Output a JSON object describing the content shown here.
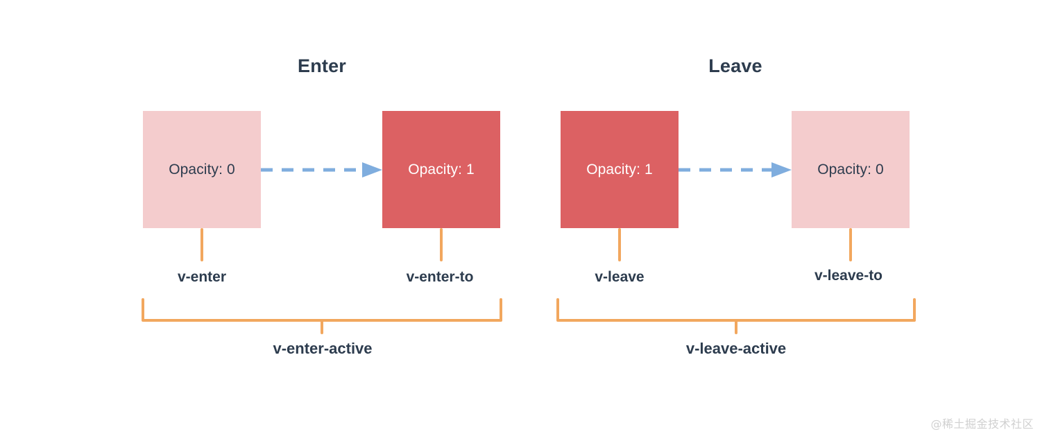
{
  "diagram": {
    "title_enter": "Enter",
    "title_leave": "Leave",
    "watermark": "@稀土掘金技术社区",
    "colors": {
      "box_faded": "#f4cccd",
      "box_solid": "#dc6163",
      "text_dark": "#2d3c4e",
      "text_light": "#ffffff",
      "arrow_blue": "#7fadde",
      "bracket_orange": "#f2a75e",
      "background": "#ffffff",
      "watermark_gray": "#d0d0d0"
    },
    "enter": {
      "title": "Enter",
      "from_box": {
        "label": "Opacity: 0",
        "state": "faded",
        "class_name": "v-enter"
      },
      "to_box": {
        "label": "Opacity: 1",
        "state": "solid",
        "class_name": "v-enter-to"
      },
      "active_class": "v-enter-active",
      "arrow": "dashed-arrow-right-icon"
    },
    "leave": {
      "title": "Leave",
      "from_box": {
        "label": "Opacity: 1",
        "state": "solid",
        "class_name": "v-leave"
      },
      "to_box": {
        "label": "Opacity: 0",
        "state": "faded",
        "class_name": "v-leave-to"
      },
      "active_class": "v-leave-active",
      "arrow": "dashed-arrow-right-icon"
    }
  }
}
